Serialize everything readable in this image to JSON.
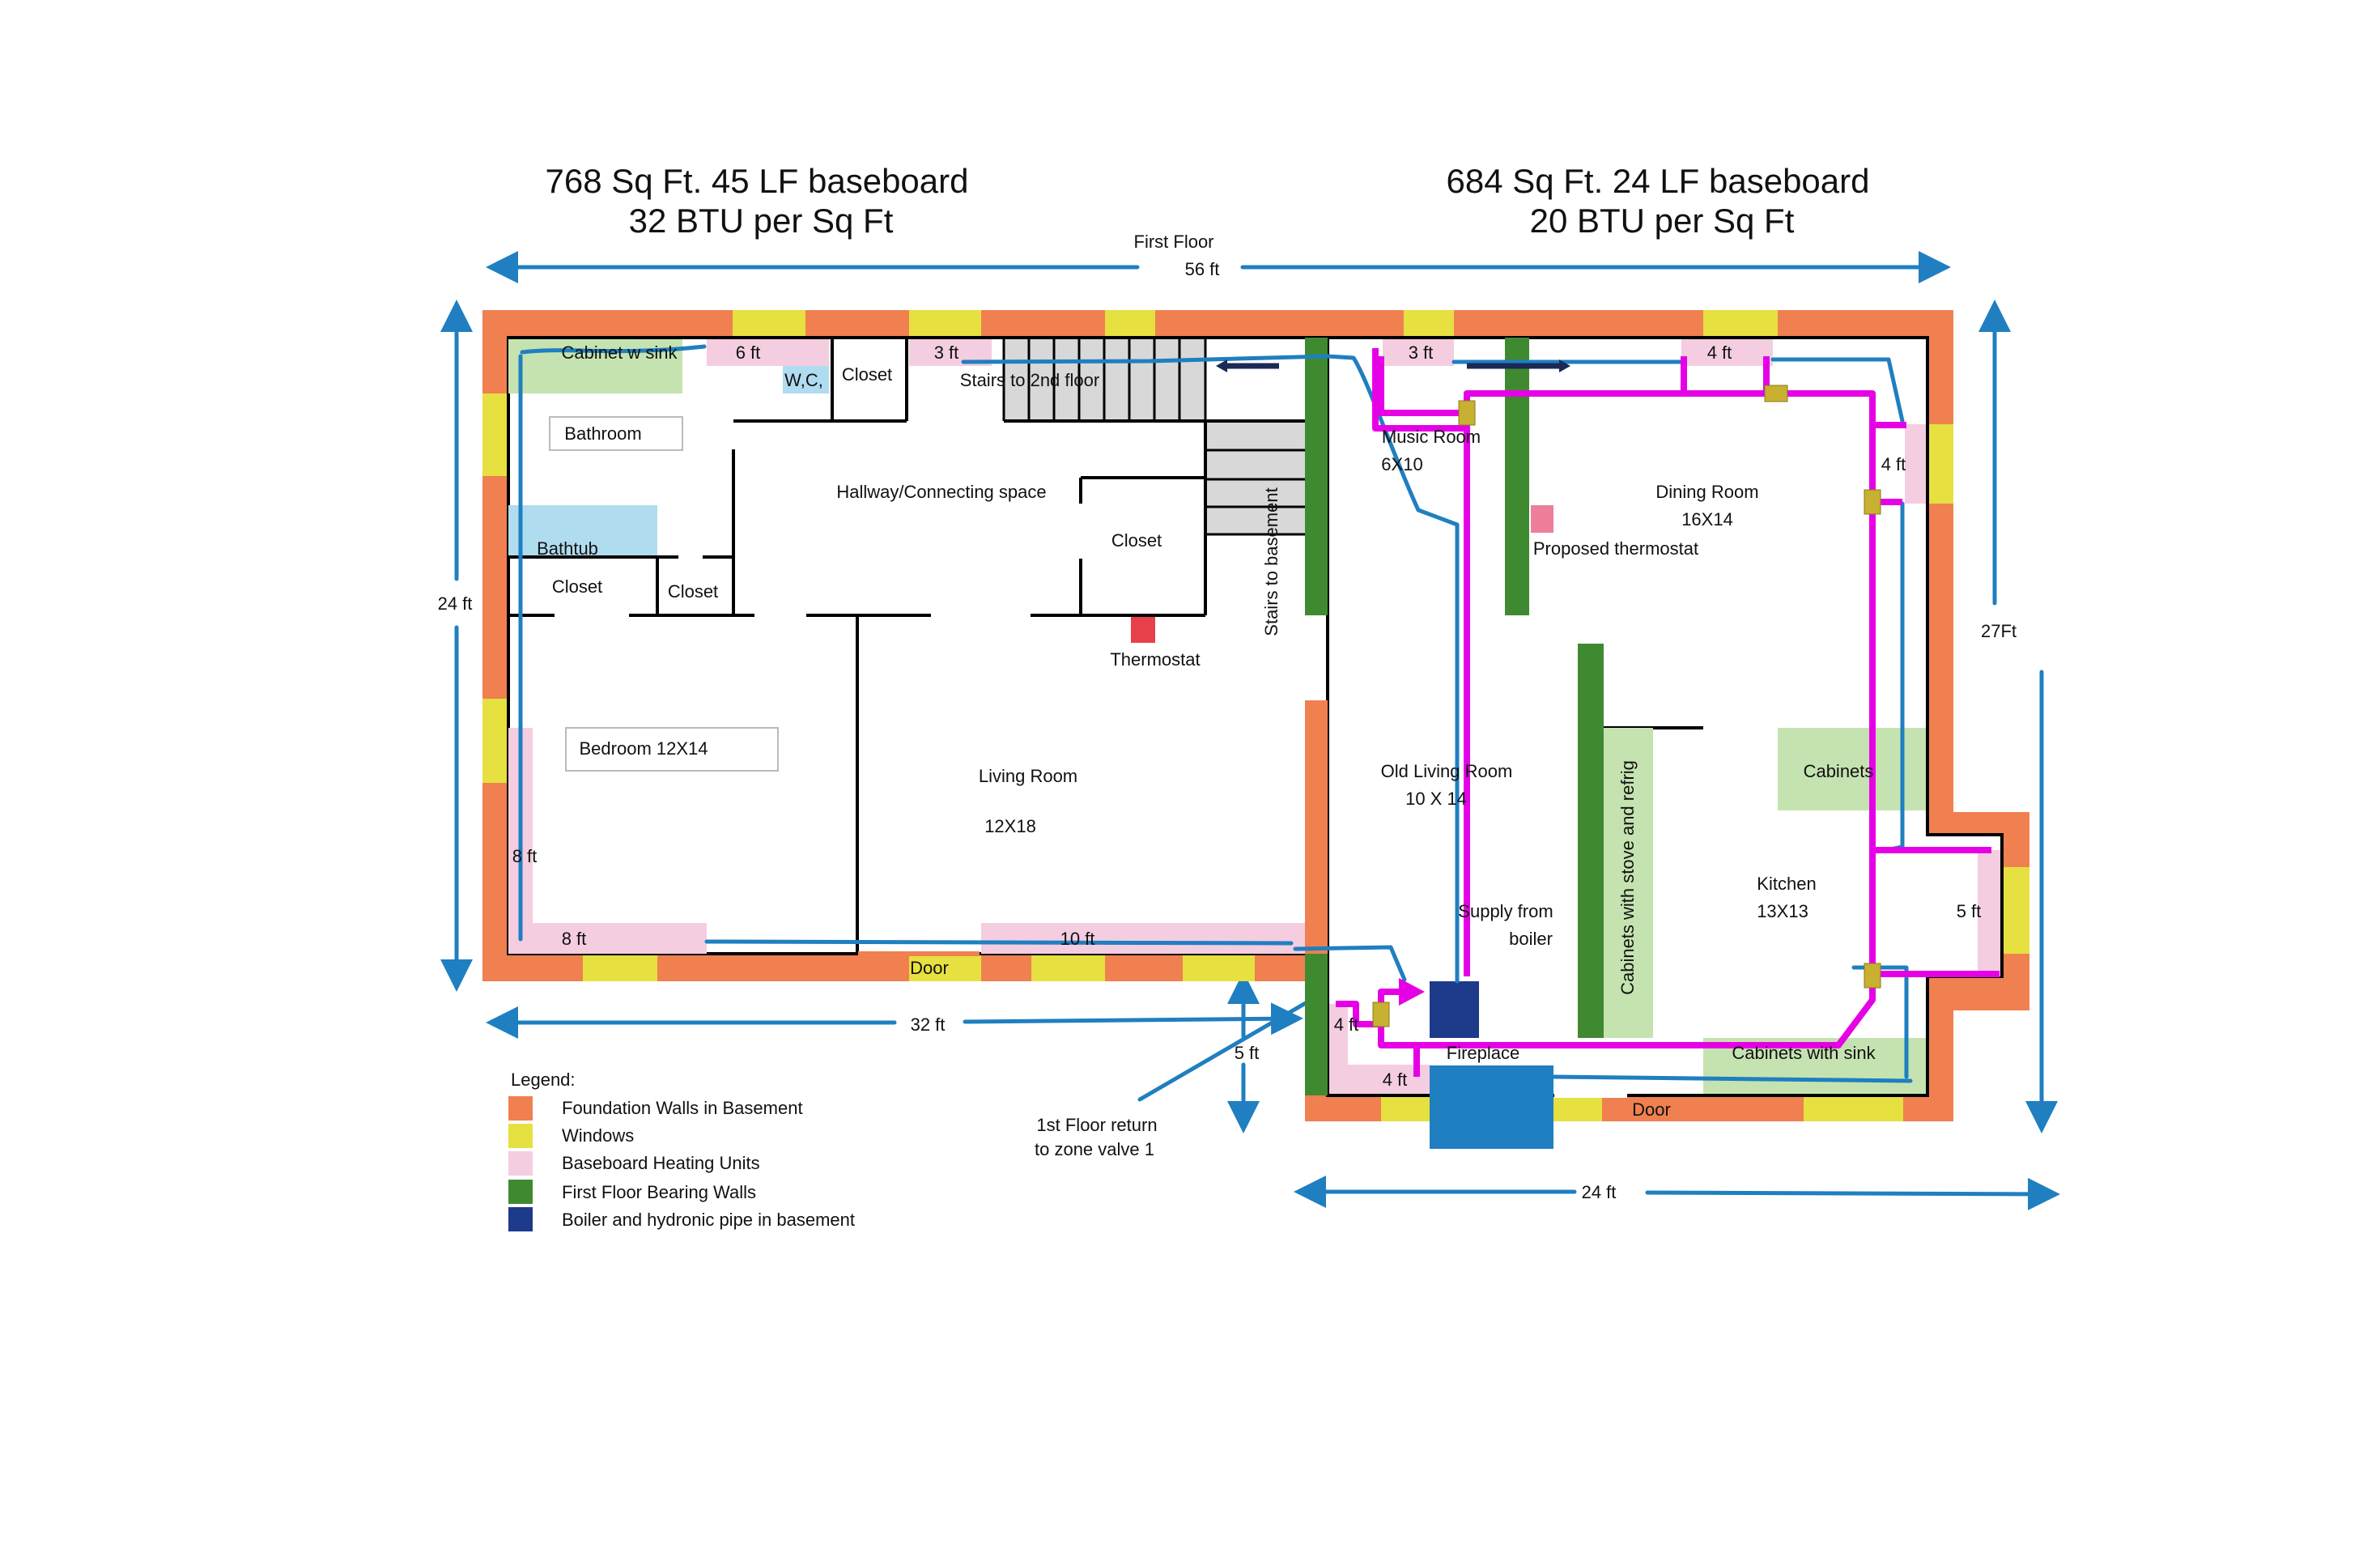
{
  "header_left": {
    "line1": "768 Sq Ft.  45 LF baseboard",
    "line2": "32 BTU per Sq Ft"
  },
  "header_right": {
    "line1": "684 Sq Ft.  24 LF baseboard",
    "line2": "20 BTU per Sq Ft"
  },
  "title": "First Floor",
  "dimensions": {
    "overall_width": "56 ft",
    "left_height": "24 ft",
    "right_height": "27Ft",
    "left_width": "32 ft",
    "offset": "5 ft",
    "right_width": "24 ft"
  },
  "return_note": {
    "line1": "1st Floor return",
    "line2": "to zone valve 1"
  },
  "rooms": {
    "cabinet_sink": "Cabinet w sink",
    "wc": "W,C,",
    "closet_top": "Closet",
    "stairs_2nd": "Stairs to 2nd floor",
    "bathroom": "Bathroom",
    "hallway": "Hallway/Connecting space",
    "bathtub": "Bathtub",
    "closet_a": "Closet",
    "closet_b": "Closet",
    "closet_c": "Closet",
    "stairs_basement": "Stairs to basement",
    "thermostat": "Thermostat",
    "bedroom": "Bedroom 12X14",
    "living": "Living Room",
    "living_size": "12X18",
    "door_left": "Door",
    "music": "Music Room",
    "music_size": "6X10",
    "dining": "Dining Room",
    "dining_size": "16X14",
    "proposed_thermostat": "Proposed thermostat",
    "old_living": "Old Living Room",
    "old_living_size": "10 X 14",
    "cabinets_stove": "Cabinets with stove and refrig",
    "cabinets": "Cabinets",
    "kitchen": "Kitchen",
    "kitchen_size": "13X13",
    "supply1": "Supply from",
    "supply2": "boiler",
    "fireplace": "Fireplace",
    "cabinets_sink": "Cabinets with sink",
    "door_right": "Door"
  },
  "baseboards": {
    "b6": "6 ft",
    "b3a": "3 ft",
    "b8v": "8 ft",
    "b8h": "8 ft",
    "b10": "10 ft",
    "b3b": "3 ft",
    "b4top": "4 ft",
    "b4right": "4 ft",
    "b5": "5 ft",
    "b4a": "4 ft",
    "b4b": "4 ft"
  },
  "legend": {
    "title": "Legend:",
    "items": [
      {
        "label": "Foundation Walls in Basement",
        "color": "#f08050"
      },
      {
        "label": "Windows",
        "color": "#e6e040"
      },
      {
        "label": "Baseboard Heating Units",
        "color": "#f4cde0"
      },
      {
        "label": "First Floor Bearing Walls",
        "color": "#3f8a30"
      },
      {
        "label": "Boiler and hydronic pipe in basement",
        "color": "#1e3a8a"
      }
    ]
  }
}
